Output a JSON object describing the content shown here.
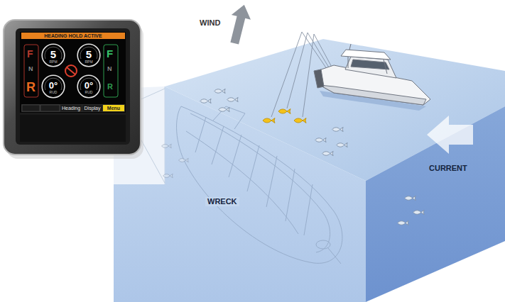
{
  "diagram": {
    "nodes": [
      {
        "text": [
          "HEADING HOLD ACTIVE"
        ]
      },
      {
        "text": [
          "5",
          "RPM"
        ]
      },
      {
        "text": [
          "5",
          "RPM"
        ]
      },
      {
        "text": [
          "0°",
          "RUD"
        ]
      },
      {
        "text": [
          "0°",
          "RUD"
        ]
      },
      {
        "text": [
          "Heading"
        ]
      },
      {
        "text": [
          "Display"
        ]
      },
      {
        "text": [
          "Menu"
        ]
      }
    ],
    "labels": [
      "F",
      "N",
      "R",
      "F",
      "N",
      "R",
      "WIND",
      "CURRENT",
      "WRECK"
    ]
  }
}
